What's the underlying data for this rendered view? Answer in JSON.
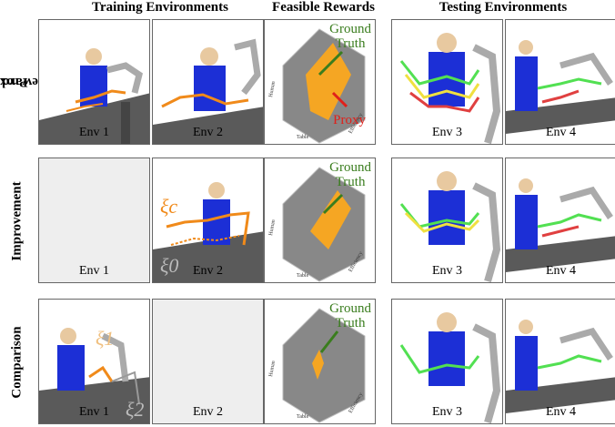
{
  "columns": {
    "training": "Training Environments",
    "feasible": "Feasible Rewards",
    "testing": "Testing Environments"
  },
  "rows": {
    "proxy": [
      "Proxy",
      "Reward"
    ],
    "improvement": "Improvement",
    "comparison": "Comparison"
  },
  "env_labels": {
    "env1": "Env 1",
    "env2": "Env 2",
    "env3": "Env 3",
    "env4": "Env 4"
  },
  "annotations": {
    "ground_truth_line1": "Ground",
    "ground_truth_line2": "Truth",
    "proxy": "Proxy",
    "xi_c": "ξc",
    "xi_0": "ξ0",
    "xi_1": "ξ1",
    "xi_2": "ξ2"
  },
  "axes": {
    "human": "Human",
    "table": "Table",
    "efficiency": "Efficiency"
  },
  "colors": {
    "ground_truth": "#3a7d1e",
    "proxy": "#e0201a",
    "trajectory": "#f08a1a",
    "robot_body": "#1c2fd6",
    "table": "#5a5a5a",
    "empty_panel": "#eeeeee",
    "highlight": "#f5a623",
    "green_traj": "#52e052",
    "yellow_traj": "#f0e040",
    "red_traj": "#e04040"
  }
}
